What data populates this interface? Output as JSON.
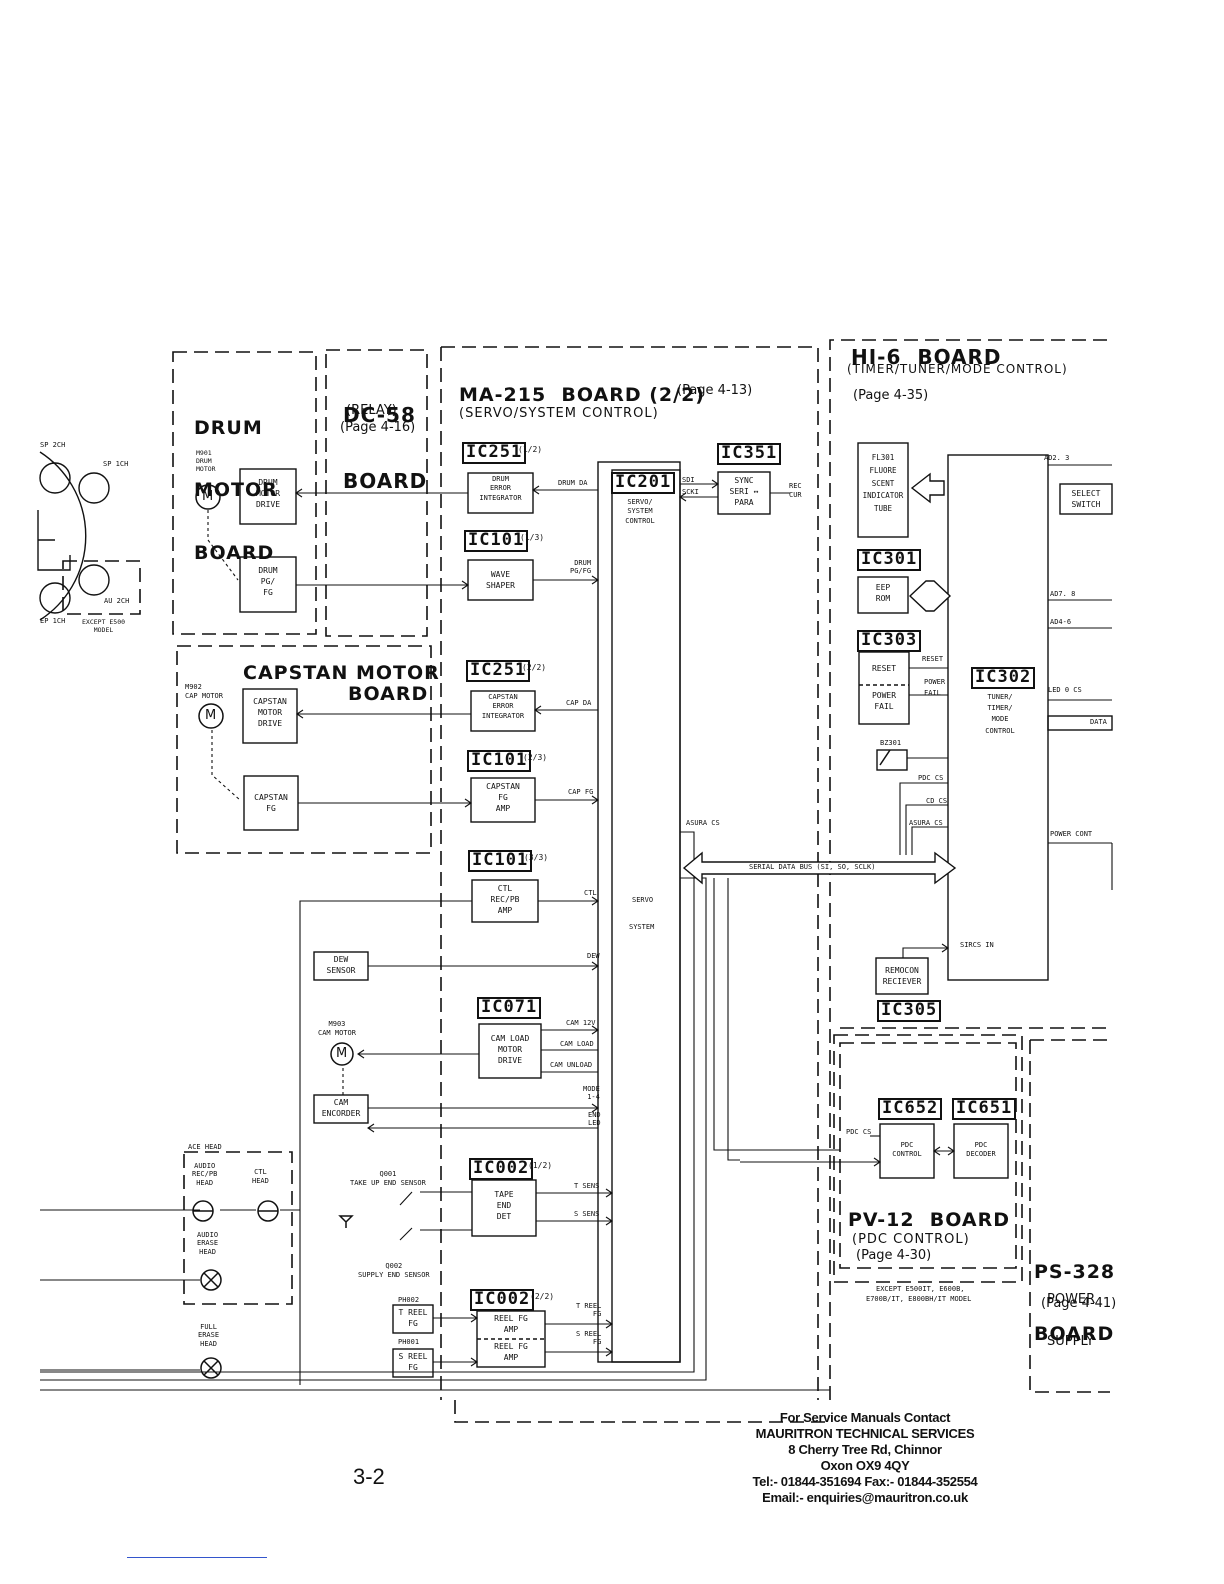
{
  "boards": {
    "drum_motor": {
      "title_lines": [
        "DRUM",
        "MOTOR",
        "BOARD"
      ]
    },
    "dc58": {
      "title_lines": [
        "DC-58",
        "BOARD"
      ],
      "subtitle": "(RELAY)",
      "page_ref": "(Page 4-16)"
    },
    "ma215": {
      "title": "MA-215  BOARD (2/2)",
      "page_ref": "(Page 4-13)",
      "subtitle": "(SERVO/SYSTEM CONTROL)"
    },
    "hi6": {
      "title": "HI-6  BOARD",
      "subtitle": "(TIMER/TUNER/MODE CONTROL)",
      "page_ref": "(Page 4-35)"
    },
    "capstan_motor": {
      "title_line1": "CAPSTAN MOTOR",
      "title_line2": "BOARD"
    },
    "pv12": {
      "title": "PV-12  BOARD",
      "subtitle": "(PDC CONTROL)",
      "page_ref": "(Page 4-30)",
      "note_line1": "EXCEPT E500IT, E600B,",
      "note_line2": "E700B/IT, E800BH/IT MODEL"
    },
    "ps328": {
      "title_lines": [
        "PS-328",
        "BOARD"
      ],
      "subtitle_lines": [
        "POWER",
        "SUPPLY"
      ],
      "page_ref": "(Page 4-41)"
    }
  },
  "ics": {
    "ic251a": {
      "label": "IC251",
      "note": "(1/2)"
    },
    "ic101a": {
      "label": "IC101",
      "note": "(1/3)"
    },
    "ic251b": {
      "label": "IC251",
      "note": "(2/2)"
    },
    "ic101b": {
      "label": "IC101",
      "note": "(2/3)"
    },
    "ic101c": {
      "label": "IC101",
      "note": "(3/3)"
    },
    "ic201": {
      "label": "IC201"
    },
    "ic351": {
      "label": "IC351"
    },
    "ic071": {
      "label": "IC071"
    },
    "ic002a": {
      "label": "IC002",
      "note": "(1/2)"
    },
    "ic002b": {
      "label": "IC002",
      "note": "(2/2)"
    },
    "ic301": {
      "label": "IC301"
    },
    "ic303": {
      "label": "IC303"
    },
    "ic302": {
      "label": "IC302"
    },
    "ic305": {
      "label": "IC305"
    },
    "ic652": {
      "label": "IC652"
    },
    "ic651": {
      "label": "IC651"
    }
  },
  "blocks": {
    "drum_motor_drive": "DRUM\nMOTOR\nDRIVE",
    "drum_pg_fg": "DRUM\nPG/\nFG",
    "capstan_motor_drive": "CAPSTAN\nMOTOR\nDRIVE",
    "capstan_fg": "CAPSTAN\nFG",
    "drum_error_integrator": "DRUM\nERROR\nINTEGRATOR",
    "wave_shaper": "WAVE\nSHAPER",
    "capstan_error_integrator": "CAPSTAN\nERROR\nINTEGRATOR",
    "capstan_fg_amp": "CAPSTAN\nFG\nAMP",
    "ctl_rec_pb_amp": "CTL\nREC/PB\nAMP",
    "servo_system_control": "SERVO/\nSYSTEM\nCONTROL",
    "sync_seri_para": "SYNC\nSERI ↔\nPARA",
    "dew_sensor": "DEW\nSENSOR",
    "cam_motor_drive": "CAM LOAD\nMOTOR\nDRIVE",
    "cam_encorder": "CAM\nENCORDER",
    "tape_end_det": "TAPE\nEND\nDET",
    "reel_fg_amp1": "REEL FG\nAMP",
    "reel_fg_amp2": "REEL FG\nAMP",
    "t_reel_fg": "T REEL\nFG",
    "s_reel_fg": "S REEL\nFG",
    "fl301": "FL301\nFLUORE\nSCENT\nINDICATOR\nTUBE",
    "eep_rom": "EEP\nROM",
    "reset": "RESET",
    "power_fail": "POWER\nFAIL",
    "tuner_timer": "TUNER/\nTIMER/\nMODE\nCONTROL",
    "remocon": "REMOCON\nRECIEVER",
    "select_switch": "SELECT\nSWITCH",
    "pdc_control": "PDC\nCONTROL",
    "pdc_decoder": "PDC\nDECODER"
  },
  "components": {
    "m901": "M901\nDRUM\nMOTOR",
    "m902": "M902\nCAP MOTOR",
    "m903": "M903\nCAM MOTOR",
    "q001": "Q001\nTAKE UP END SENSOR",
    "q002": "Q002\nSUPPLY END SENSOR",
    "ph002": "PH002",
    "ph001": "PH001",
    "bz301": "BZ301",
    "ace_head": "ACE HEAD",
    "audio_rec_pb": "AUDIO\nREC/PB\nHEAD",
    "ctl_head": "CTL\nHEAD",
    "audio_erase": "AUDIO\nERASE\nHEAD",
    "full_erase": "FULL\nERASE\nHEAD",
    "drum_heads": {
      "sp_2ch": "SP 2CH",
      "sp_1ch": "SP 1CH",
      "ep_1ch": "EP 1CH",
      "au_2ch": "AU 2CH",
      "except_note": "EXCEPT E500\nMODEL"
    }
  },
  "signals": {
    "drum_da": "DRUM DA",
    "drum_pg_fg": "DRUM\nPG/FG",
    "sdi": "SDI",
    "scki": "SCKI",
    "rec_cur": "REC\nCUR",
    "cap_da": "CAP DA",
    "cap_fg": "CAP FG",
    "asura_cs_left": "ASURA CS",
    "ctl": "CTL",
    "servo": "SERVO",
    "system": "SYSTEM",
    "serial_bus": "SERIAL DATA BUS (SI, SO, SCLK)",
    "dew": "DEW",
    "cam_12v": "CAM 12V",
    "cam_load": "CAM LOAD",
    "cam_unload": "CAM UNLOAD",
    "mode": "MODE\n1-4",
    "end_led": "END\nLED",
    "t_sens": "T SENS",
    "s_sens": "S SENS",
    "t_reel_fg": "T REEL\nFG",
    "s_reel_fg": "S REEL\nFG",
    "ad2_3": "AD2. 3",
    "ad7_8": "AD7. 8",
    "ad4_6": "AD4-6",
    "reset_sig": "RESET",
    "power_fail_sig": "POWER\nFAIL",
    "led_cs": "LED 0 CS",
    "data": "DATA",
    "pdc_cs": "PDC CS",
    "cd_cs": "CD CS",
    "asura_cs": "ASURA CS",
    "power_cont": "POWER CONT",
    "sircs_in": "SIRCS IN",
    "pdc_cs_lower": "PDC CS"
  },
  "footer": {
    "lines": [
      "For Service Manuals Contact",
      "MAURITRON TECHNICAL SERVICES",
      "8 Cherry Tree Rd, Chinnor",
      "Oxon OX9 4QY",
      "Tel:- 01844-351694 Fax:- 01844-352554",
      "Email:- enquiries@mauritron.co.uk"
    ],
    "page_number": "3-2"
  }
}
